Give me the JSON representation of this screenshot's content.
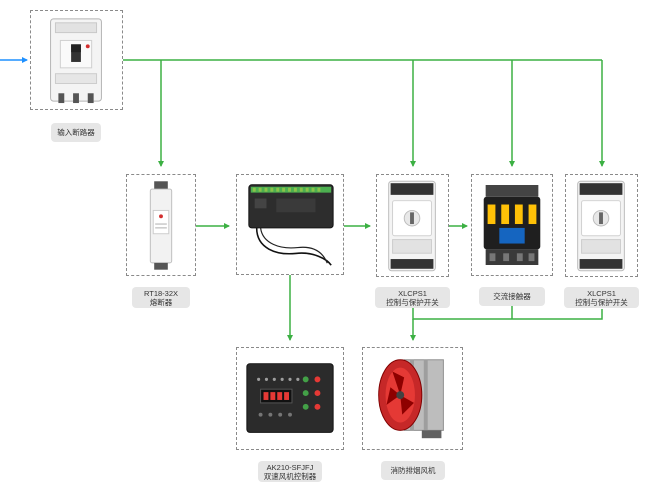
{
  "colors": {
    "wire": "#3cb043",
    "input_arrow": "#1e90ff",
    "label_bg": "#e6e6e6",
    "panel": "#2b2b2b"
  },
  "nodes": {
    "breaker": {
      "label": [
        "输入断路器"
      ],
      "icon": "molded-case-circuit-breaker"
    },
    "fuse": {
      "label": [
        "RT18-32X",
        "熔断器"
      ],
      "icon": "fuse-holder"
    },
    "module": {
      "label": [],
      "icon": "io-control-module"
    },
    "cps1": {
      "label": [
        "XLCPS1",
        "控制与保护开关"
      ],
      "icon": "control-protection-switch"
    },
    "contactor": {
      "label": [
        "交流接触器"
      ],
      "icon": "ac-contactor"
    },
    "cps2": {
      "label": [
        "XLCPS1",
        "控制与保护开关"
      ],
      "icon": "control-protection-switch"
    },
    "controller": {
      "label": [
        "AK210-SFJFJ",
        "双速风机控制器"
      ],
      "icon": "fan-controller-panel"
    },
    "fan": {
      "label": [
        "消防排烟风机"
      ],
      "icon": "axial-smoke-exhaust-fan"
    }
  }
}
